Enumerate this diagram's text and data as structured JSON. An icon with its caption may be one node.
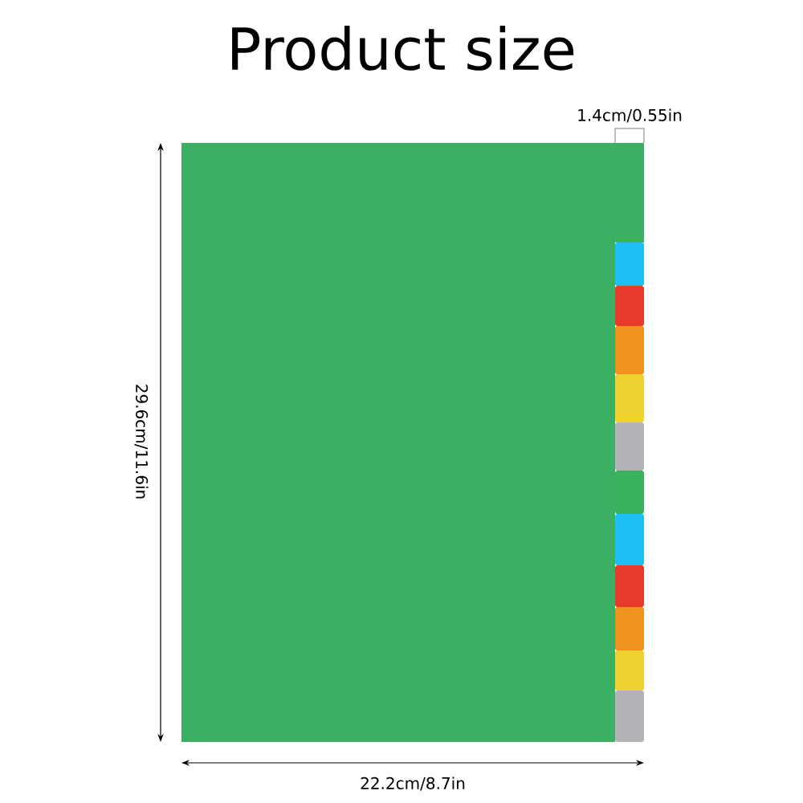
{
  "diagram": {
    "title": "Product size",
    "labels": [
      "1.4cm/0.55in",
      "29.6cm/11.6in",
      "22.2cm/8.7in"
    ]
  }
}
